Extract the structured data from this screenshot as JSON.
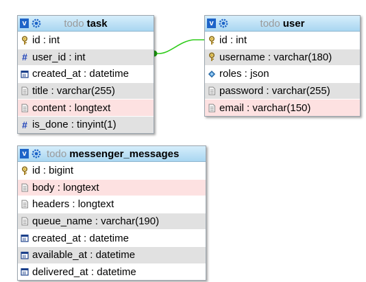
{
  "tables": [
    {
      "id": "task",
      "db": "todo",
      "name": "task",
      "collapse_label": "v",
      "columns": [
        {
          "label": "id : int",
          "icon": "key-icon",
          "shade": "white"
        },
        {
          "label": "user_id : int",
          "icon": "hash-icon",
          "shade": "gray"
        },
        {
          "label": "created_at : datetime",
          "icon": "datetime-icon",
          "shade": "white"
        },
        {
          "label": "title : varchar(255)",
          "icon": "text-icon",
          "shade": "gray"
        },
        {
          "label": "content : longtext",
          "icon": "text-icon",
          "shade": "pink"
        },
        {
          "label": "is_done : tinyint(1)",
          "icon": "hash-icon",
          "shade": "gray"
        }
      ]
    },
    {
      "id": "user",
      "db": "todo",
      "name": "user",
      "collapse_label": "v",
      "columns": [
        {
          "label": "id : int",
          "icon": "key-icon",
          "shade": "white"
        },
        {
          "label": "username : varchar(180)",
          "icon": "key-icon",
          "shade": "gray"
        },
        {
          "label": "roles : json",
          "icon": "json-icon",
          "shade": "white"
        },
        {
          "label": "password : varchar(255)",
          "icon": "text-icon",
          "shade": "gray"
        },
        {
          "label": "email : varchar(150)",
          "icon": "text-icon",
          "shade": "pink"
        }
      ]
    },
    {
      "id": "messenger_messages",
      "db": "todo",
      "name": "messenger_messages",
      "collapse_label": "v",
      "columns": [
        {
          "label": "id : bigint",
          "icon": "key-icon",
          "shade": "white"
        },
        {
          "label": "body : longtext",
          "icon": "text-icon",
          "shade": "pink"
        },
        {
          "label": "headers : longtext",
          "icon": "text-icon",
          "shade": "white"
        },
        {
          "label": "queue_name : varchar(190)",
          "icon": "text-icon",
          "shade": "gray"
        },
        {
          "label": "created_at : datetime",
          "icon": "datetime-icon",
          "shade": "white"
        },
        {
          "label": "available_at : datetime",
          "icon": "datetime-icon",
          "shade": "gray"
        },
        {
          "label": "delivered_at : datetime",
          "icon": "datetime-icon",
          "shade": "white"
        }
      ]
    }
  ],
  "relations": [
    {
      "from": "task.user_id",
      "to": "user.id",
      "color": "#2ecc1a"
    }
  ],
  "colors": {
    "header_top": "#d6eefb",
    "header_bottom": "#a9d6f1",
    "row_gray": "#e1e1e1",
    "row_pink": "#fde1e1",
    "collapse_button": "#1d64c8",
    "relation_line": "#2ecc1a"
  }
}
